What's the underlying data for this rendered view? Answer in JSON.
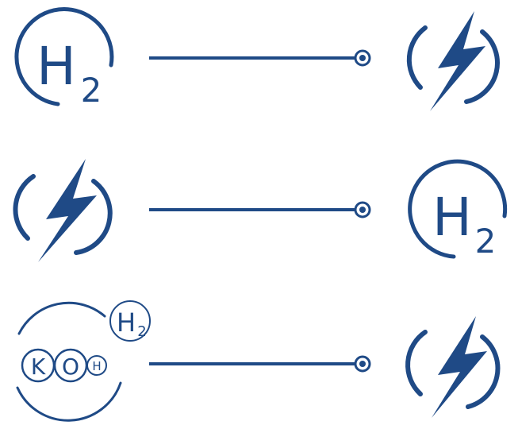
{
  "colors": {
    "primary": "#1f4a86",
    "background": "#ffffff"
  },
  "rows": [
    {
      "left": {
        "icon": "hydrogen-icon",
        "symbol": "H",
        "subscript": "2"
      },
      "right": {
        "icon": "electricity-icon"
      }
    },
    {
      "left": {
        "icon": "electricity-icon"
      },
      "right": {
        "icon": "hydrogen-icon",
        "symbol": "H",
        "subscript": "2"
      }
    },
    {
      "left": {
        "icon": "koh-electrolyte-icon",
        "badge": {
          "symbol": "H",
          "subscript": "2"
        },
        "k": "K",
        "o": "O",
        "h": "H"
      },
      "right": {
        "icon": "electricity-icon"
      }
    }
  ]
}
